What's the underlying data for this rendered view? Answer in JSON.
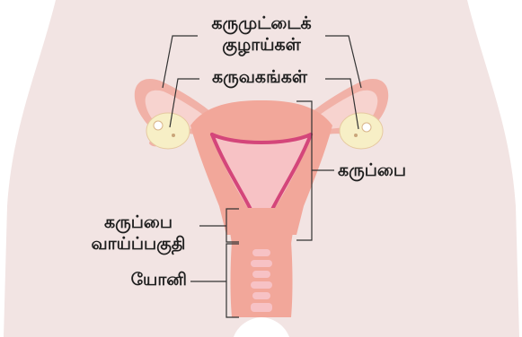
{
  "labels": {
    "fallopian_tubes_line1": "கருமுட்டைக்",
    "fallopian_tubes_line2": "குழாய்கள்",
    "ovaries": "கருவகங்கள்",
    "uterus": "கருப்பை",
    "cervix_line1": "கருப்பை",
    "cervix_line2": "வாய்ப்பகுதி",
    "vagina": "யோனி"
  },
  "colors": {
    "body_background": "#f2e4e3",
    "uterus_wall": "#f2a79a",
    "uterus_lining": "#f7c2c5",
    "lining_dark": "#d4467a",
    "tube_outer": "#f1b1a7",
    "tube_inner": "#f7d3cf",
    "ovary": "#f7efc6",
    "leader_line": "#333333",
    "text": "#1f1f1f"
  }
}
